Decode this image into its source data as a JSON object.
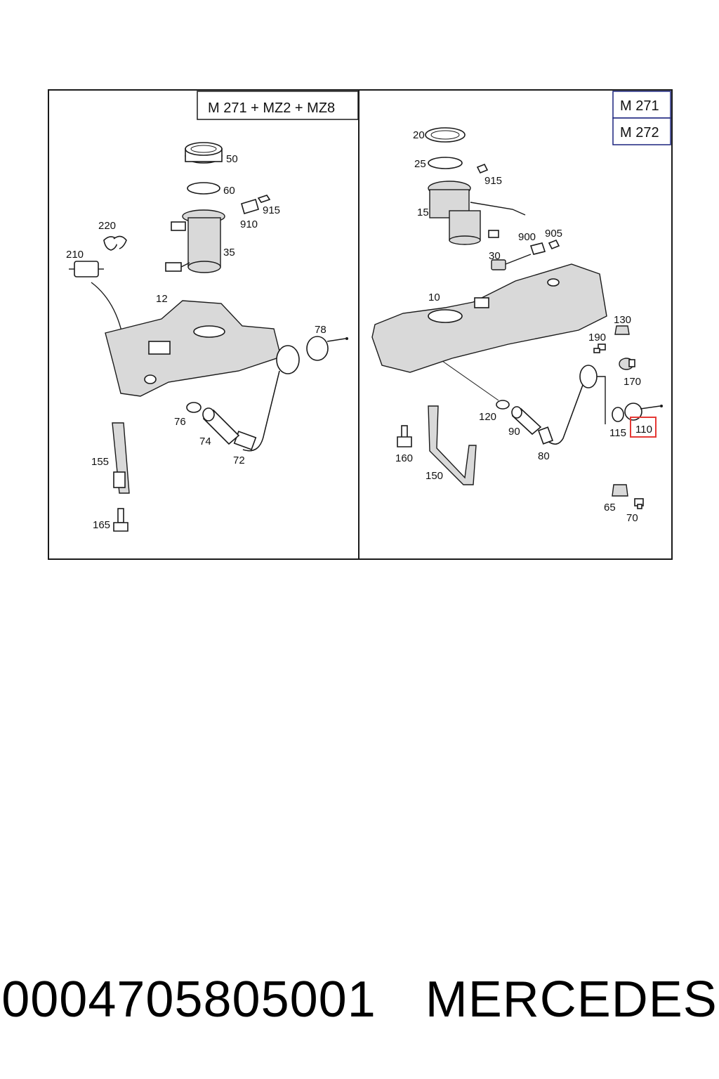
{
  "left_panel": {
    "header": "M 271 + MZ2 + MZ8",
    "labels": [
      "50",
      "60",
      "915",
      "910",
      "35",
      "220",
      "210",
      "12",
      "78",
      "76",
      "74",
      "72",
      "155",
      "165"
    ]
  },
  "right_panel": {
    "headers": [
      "M 271",
      "M 272"
    ],
    "labels": [
      "20",
      "25",
      "915",
      "15",
      "900",
      "905",
      "30",
      "10",
      "130",
      "190",
      "170",
      "120",
      "90",
      "115",
      "110",
      "160",
      "80",
      "150",
      "65",
      "70"
    ],
    "highlighted_label": "110"
  },
  "colors": {
    "frame": "#1a1a1a",
    "header_box": "#1a237e",
    "highlight": "#e53935"
  },
  "caption": {
    "part_number": "0004705805001",
    "brand": "MERCEDES"
  }
}
